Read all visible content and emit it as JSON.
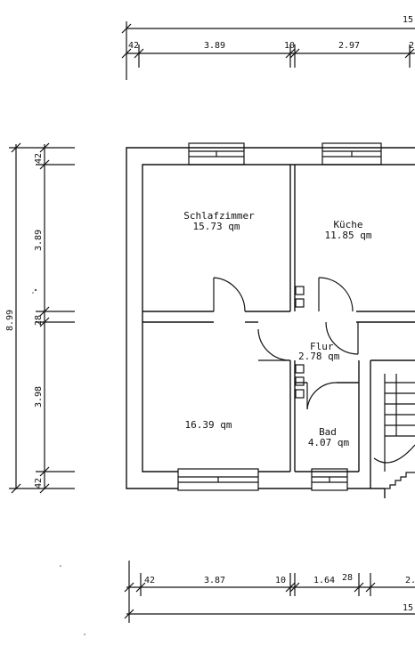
{
  "top_dimensions": {
    "total": "15",
    "d1": "42",
    "d2": "3.89",
    "d3": "10",
    "d4": "2.97",
    "d5": "2"
  },
  "left_dimensions": {
    "total": "8.99",
    "d1": "42",
    "d2": "3.89",
    "d3": "28",
    "d4": "3.98",
    "d5": "42"
  },
  "bottom_dimensions": {
    "d1": "42",
    "d2": "3.87",
    "d3": "10",
    "d4": "1.64",
    "d5": "28",
    "d6": "2.",
    "total": "15"
  },
  "rooms": {
    "schlafzimmer": {
      "name": "Schlafzimmer",
      "area": "15.73  qm"
    },
    "kueche": {
      "name": "Küche",
      "area": "11.85  qm"
    },
    "flur": {
      "name": "Flur",
      "area": "2.78  qm"
    },
    "wohnraum": {
      "area": "16.39  qm"
    },
    "bad": {
      "name": "Bad",
      "area": "4.07  qm"
    }
  }
}
